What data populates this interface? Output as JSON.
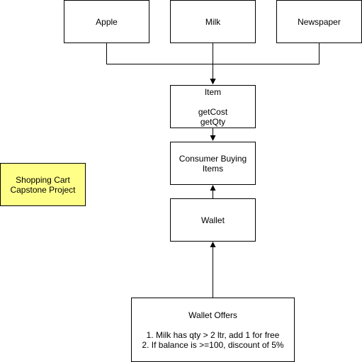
{
  "diagram": {
    "colors": {
      "stroke": "#000000",
      "box_fill": "#ffffff",
      "note_fill": "#ffff88"
    },
    "nodes": {
      "apple": {
        "label": "Apple"
      },
      "milk": {
        "label": "Milk"
      },
      "newspaper": {
        "label": "Newspaper"
      },
      "item": {
        "title": "Item",
        "methods": [
          "getCost",
          "getQty"
        ]
      },
      "consumer": {
        "lines": [
          "Consumer Buying",
          "Items"
        ]
      },
      "wallet": {
        "label": "Wallet"
      },
      "offers": {
        "title": "Wallet Offers",
        "items": [
          "1. Milk has qty > 2 ltr, add 1 for free",
          "2. If balance is >=100, discount of 5%"
        ]
      },
      "note": {
        "lines": [
          "Shopping Cart",
          "Capstone Project"
        ]
      }
    },
    "edges": [
      {
        "from": "apple",
        "to": "item"
      },
      {
        "from": "milk",
        "to": "item"
      },
      {
        "from": "newspaper",
        "to": "item"
      },
      {
        "from": "item",
        "to": "consumer"
      },
      {
        "from": "wallet",
        "to": "consumer"
      },
      {
        "from": "offers",
        "to": "wallet"
      }
    ]
  }
}
